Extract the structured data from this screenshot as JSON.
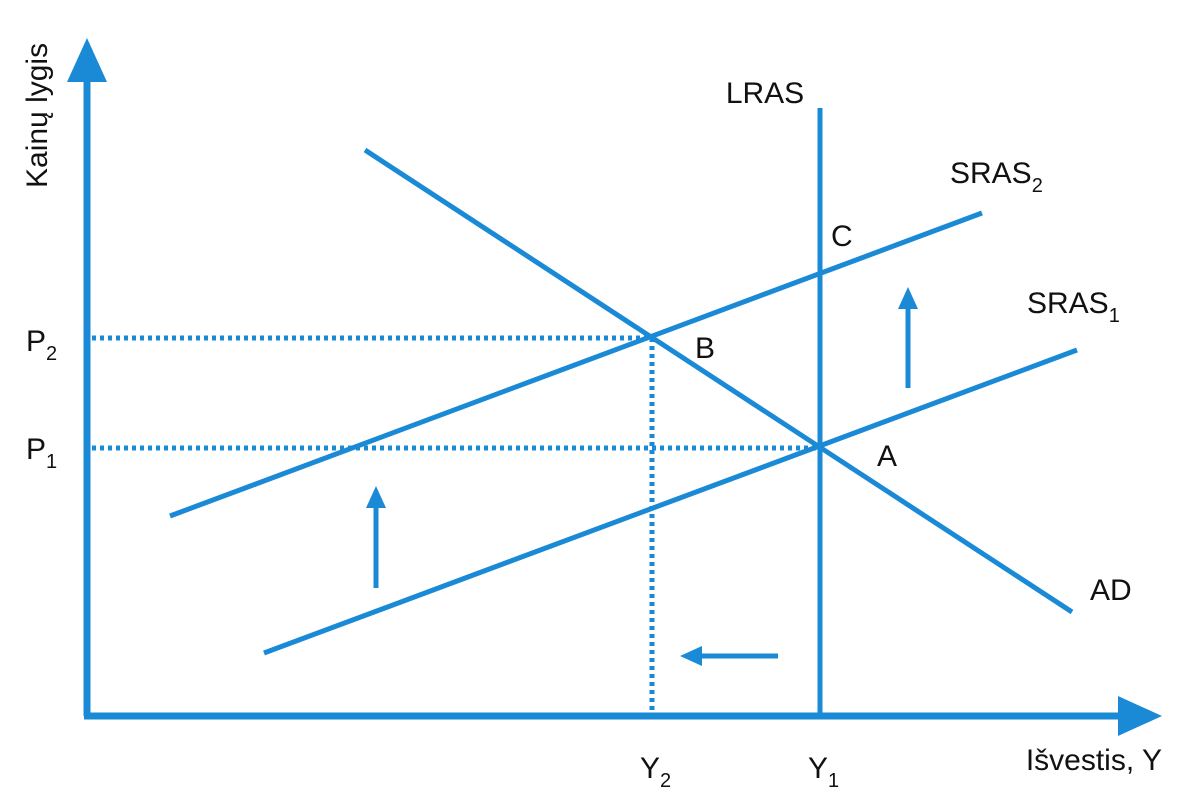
{
  "labels": {
    "y_axis": "Kainų lygis",
    "x_axis": "Išvestis, Y",
    "lras": "LRAS",
    "sras2_base": "SRAS",
    "sras2_sub": "2",
    "sras1_base": "SRAS",
    "sras1_sub": "1",
    "ad": "AD",
    "point_a": "A",
    "point_b": "B",
    "point_c": "C",
    "p2_base": "P",
    "p2_sub": "2",
    "p1_base": "P",
    "p1_sub": "1",
    "y2_base": "Y",
    "y2_sub": "2",
    "y1_base": "Y",
    "y1_sub": "1"
  },
  "colors": {
    "line": "#1b8ad6",
    "text": "#111111",
    "background": "#ffffff"
  }
}
